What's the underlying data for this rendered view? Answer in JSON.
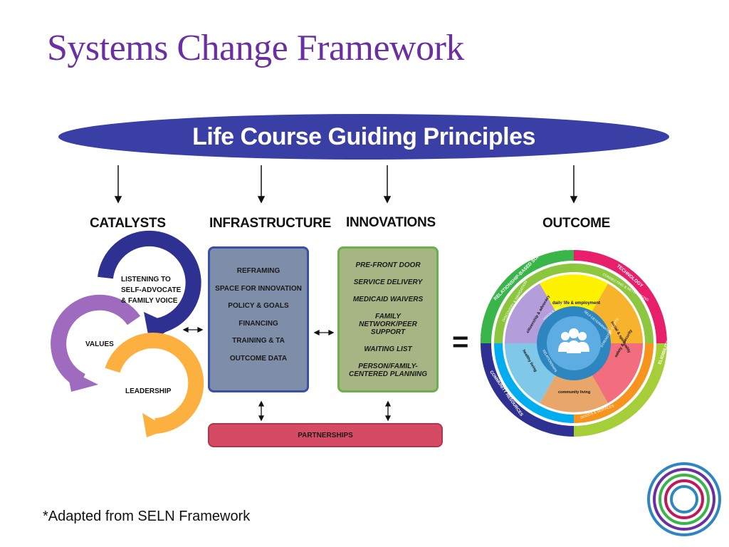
{
  "title": "Systems Change Framework",
  "banner": "Life Course Guiding Principles",
  "columns": {
    "catalysts": "CATALYSTS",
    "infrastructure": "INFRASTRUCTURE",
    "innovations": "INNOVATIONS",
    "outcome": "OUTCOME"
  },
  "catalysts": {
    "listening_1": "LISTENING TO",
    "listening_2": "SELF-ADVOCATE",
    "listening_3": "& FAMILY VOICE",
    "values": "VALUES",
    "leadership": "LEADERSHIP"
  },
  "infrastructure_items": [
    "REFRAMING",
    "SPACE FOR INNOVATION",
    "POLICY & GOALS",
    "FINANCING",
    "TRAINING & TA",
    "OUTCOME DATA"
  ],
  "innovations_items": [
    "PRE-FRONT DOOR",
    "SERVICE DELIVERY",
    "MEDICAID WAIVERS",
    "FAMILY NETWORK/PEER SUPPORT",
    "WAITING LIST",
    "PERSON/FAMILY-CENTERED PLANNING"
  ],
  "partnerships": "PARTNERSHIPS",
  "equals": "=",
  "wheel": {
    "outer": [
      "RELATIONSHIP-BASED SUPPORTS",
      "TECHNOLOGY",
      "ELIGIBILITY SPECIFIC SUPPORTS",
      "COMMUNITY RESOURCES"
    ],
    "middle": [
      "DISCOVERY & NAVIGATION",
      "CONNECTING & NETWORKING",
      "GOODS & SERVICES"
    ],
    "domains": [
      "daily life & employment",
      "social & spirituality",
      "safety & security",
      "community living",
      "healthy living",
      "citizenship & advocacy"
    ],
    "inner": [
      "VISION & VALUES",
      "SELF-DETERMINATION",
      "STRENGTHS & GIFTS",
      "RELATIONSHIPS"
    ],
    "colors": [
      "#e81f6a",
      "#8dc63f",
      "#f7941d",
      "#2e3192",
      "#00aeef",
      "#fff200",
      "#9e7cc1"
    ]
  },
  "footnote": "*Adapted from SELN Framework"
}
